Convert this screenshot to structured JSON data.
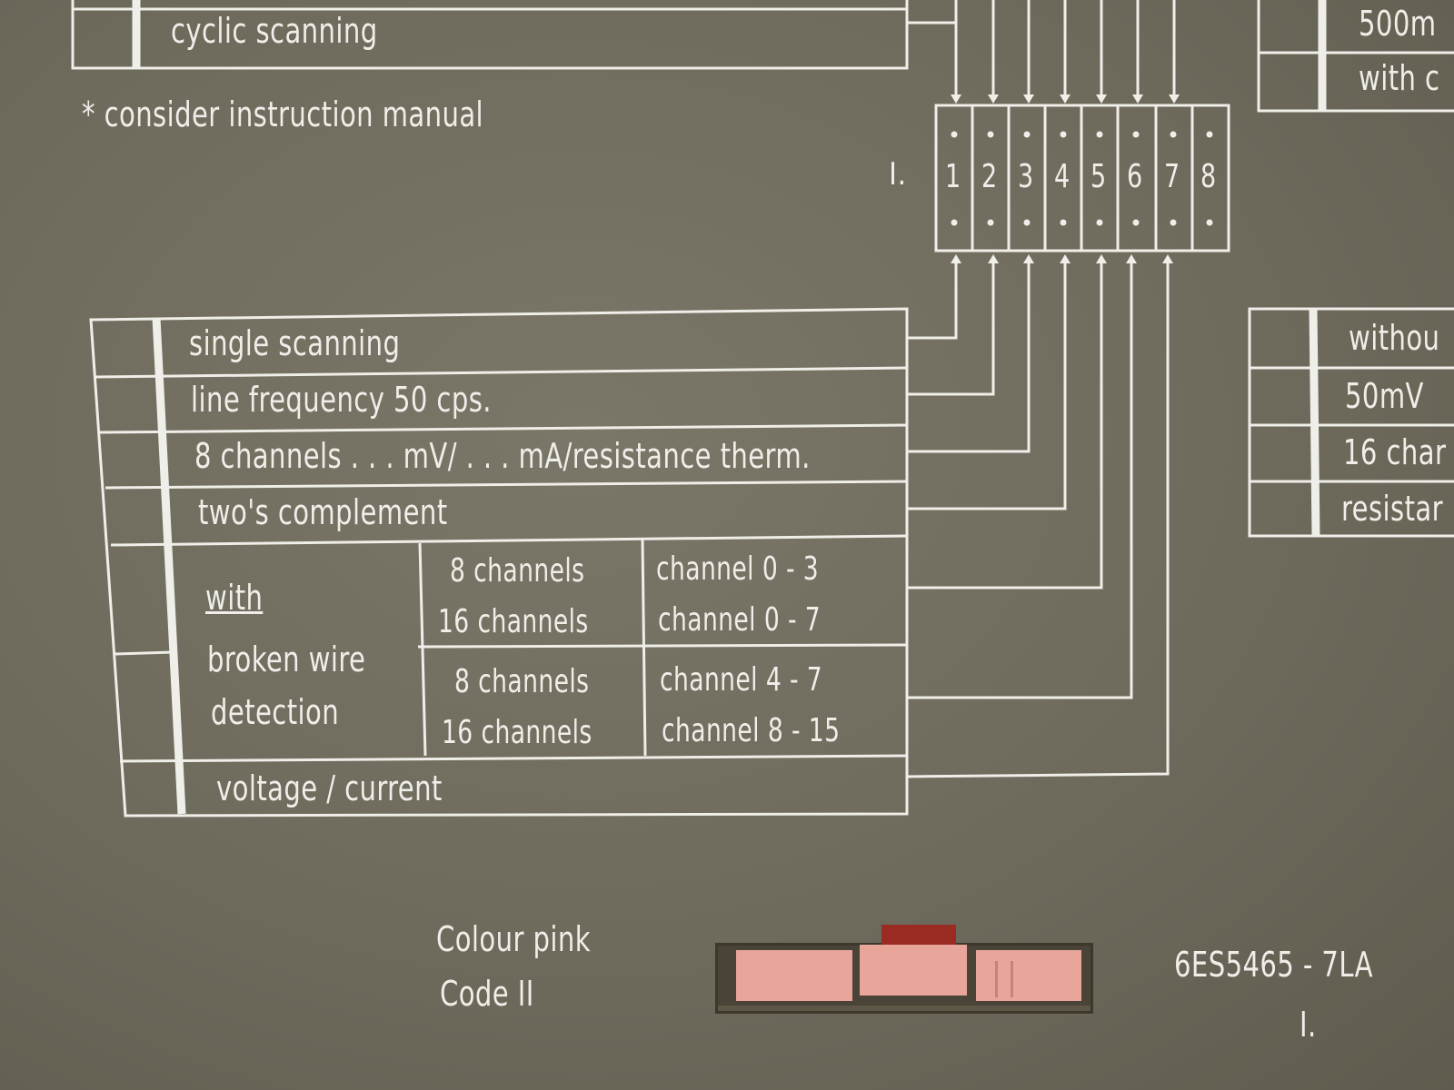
{
  "top_rows": {
    "cyclic": "cyclic scanning",
    "note": "* consider instruction manual"
  },
  "switch": {
    "mark": "I.",
    "numbers": [
      "1",
      "2",
      "3",
      "4",
      "5",
      "6",
      "7",
      "8"
    ]
  },
  "table": {
    "single": "single scanning",
    "line": "line frequency 50 cps.",
    "eight": "8 channels . . . mV/ . . . mA/resistance therm.",
    "twos": "two's complement",
    "with": "with",
    "broken": "broken wire",
    "detection": "detection",
    "r1a": "8 channels",
    "r1b": "channel 0 - 3",
    "r2a": "16 channels",
    "r2b": "channel 0 - 7",
    "r3a": "8 channels",
    "r3b": "channel 4 - 7",
    "r4a": "16 channels",
    "r4b": "channel 8 - 15",
    "voltage": "voltage / current"
  },
  "right_top": {
    "a": "500m",
    "b": "with c"
  },
  "right_mid": {
    "a": "withou",
    "b": "50mV",
    "c": "16 char",
    "d": "resistar"
  },
  "footer": {
    "colour": "Colour pink",
    "code": "Code II",
    "part": "6ES5465 - 7LA",
    "mark": "I."
  },
  "colors": {
    "background": "#6e6a5c",
    "print": "#efeee8",
    "connector_pink": "#e8a59a",
    "connector_red": "#9a2b22"
  }
}
